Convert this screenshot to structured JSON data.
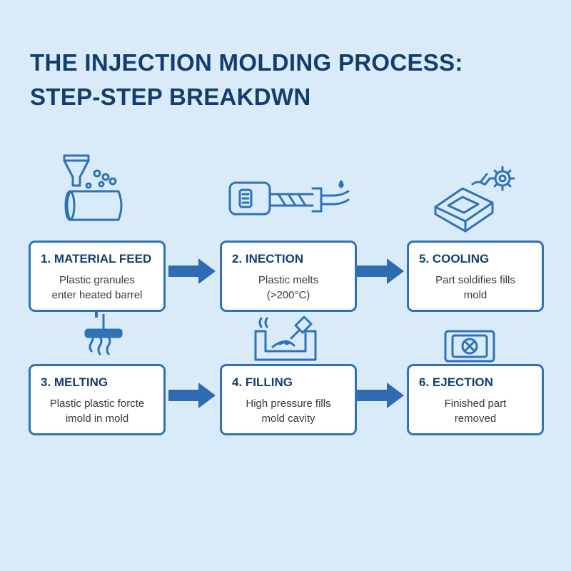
{
  "title": {
    "line1": "THE INJECTION MOLDING PROCESS:",
    "line2": "STEP-STEP BREAKDWN"
  },
  "steps": [
    {
      "heading": "1. MATERIAL FEED",
      "desc1": "Plastic granules",
      "desc2": "enter heated barrel",
      "icon": "hopper-barrel-icon"
    },
    {
      "heading": "2. INECTION",
      "desc1": "Plastic melts",
      "desc2": "(>200°C)",
      "icon": "injection-unit-icon"
    },
    {
      "heading": "5. COOLING",
      "desc1": "Part soldifies fills",
      "desc2": "mold",
      "icon": "mold-gear-icon"
    },
    {
      "heading": "3. MELTING",
      "desc1": "Plastic plastic forcte",
      "desc2": "imold in mold",
      "icon": "heater-icon"
    },
    {
      "heading": "4. FILLING",
      "desc1": "High pressure fills",
      "desc2": "mold cavity",
      "icon": "filling-nozzle-icon"
    },
    {
      "heading": "6. EJECTION",
      "desc1": "Finished part",
      "desc2": "removed",
      "icon": "ejected-part-icon"
    }
  ],
  "colors": {
    "background": "#d9ebf8",
    "title": "#143d6e",
    "border": "#2f72b6",
    "arrow": "#2e6bb0"
  }
}
